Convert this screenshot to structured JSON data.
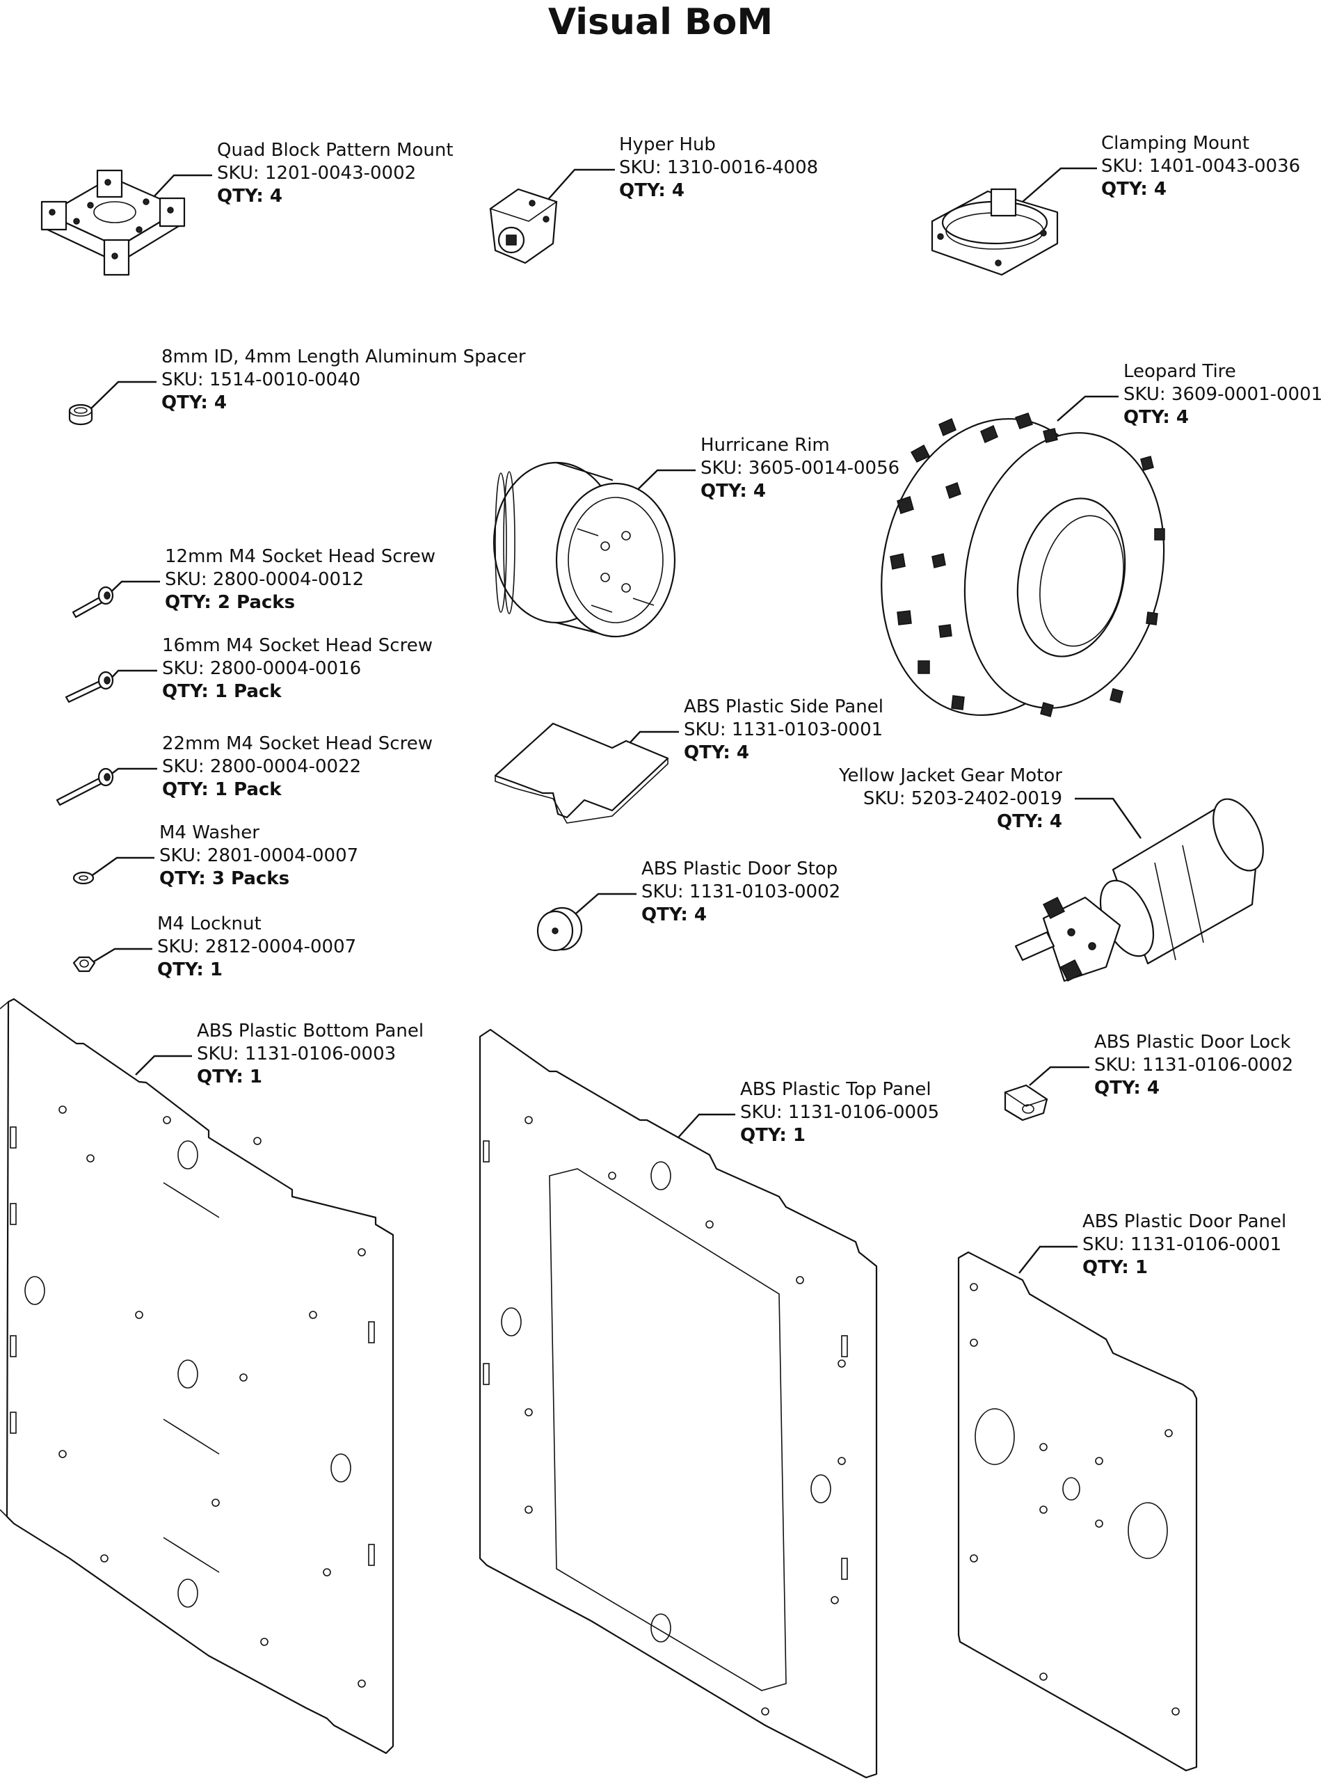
{
  "title": "Visual BoM",
  "parts": [
    {
      "key": "quad_block",
      "name": "Quad Block Pattern Mount",
      "sku": "SKU: 1201-0043-0002",
      "qty": "QTY: 4"
    },
    {
      "key": "hyper_hub",
      "name": "Hyper Hub",
      "sku": "SKU: 1310-0016-4008",
      "qty": "QTY: 4"
    },
    {
      "key": "clamping_mount",
      "name": "Clamping Mount",
      "sku": "SKU: 1401-0043-0036",
      "qty": "QTY: 4"
    },
    {
      "key": "spacer",
      "name": "8mm ID, 4mm Length Aluminum Spacer",
      "sku": "SKU: 1514-0010-0040",
      "qty": "QTY: 4"
    },
    {
      "key": "leopard_tire",
      "name": "Leopard Tire",
      "sku": "SKU: 3609-0001-0001",
      "qty": "QTY: 4"
    },
    {
      "key": "hurricane_rim",
      "name": "Hurricane Rim",
      "sku": "SKU: 3605-0014-0056",
      "qty": "QTY: 4"
    },
    {
      "key": "screw_12",
      "name": "12mm M4 Socket Head Screw",
      "sku": "SKU: 2800-0004-0012",
      "qty": "QTY: 2 Packs"
    },
    {
      "key": "screw_16",
      "name": "16mm M4 Socket Head Screw",
      "sku": "SKU: 2800-0004-0016",
      "qty": "QTY: 1 Pack"
    },
    {
      "key": "side_panel",
      "name": "ABS Plastic Side Panel",
      "sku": "SKU: 1131-0103-0001",
      "qty": "QTY: 4"
    },
    {
      "key": "screw_22",
      "name": "22mm M4 Socket Head Screw",
      "sku": "SKU: 2800-0004-0022",
      "qty": "QTY: 1 Pack"
    },
    {
      "key": "gear_motor",
      "name": "Yellow Jacket Gear Motor",
      "sku": "SKU: 5203-2402-0019",
      "qty": "QTY: 4"
    },
    {
      "key": "washer",
      "name": "M4 Washer",
      "sku": "SKU: 2801-0004-0007",
      "qty": "QTY: 3 Packs"
    },
    {
      "key": "door_stop",
      "name": "ABS Plastic Door Stop",
      "sku": "SKU: 1131-0103-0002",
      "qty": "QTY: 4"
    },
    {
      "key": "locknut",
      "name": "M4 Locknut",
      "sku": "SKU: 2812-0004-0007",
      "qty": "QTY: 1"
    },
    {
      "key": "bottom_panel",
      "name": "ABS Plastic Bottom Panel",
      "sku": "SKU: 1131-0106-0003",
      "qty": "QTY: 1"
    },
    {
      "key": "door_lock",
      "name": "ABS Plastic Door Lock",
      "sku": "SKU: 1131-0106-0002",
      "qty": "QTY: 4"
    },
    {
      "key": "top_panel",
      "name": "ABS Plastic Top Panel",
      "sku": "SKU: 1131-0106-0005",
      "qty": "QTY: 1"
    },
    {
      "key": "door_panel",
      "name": "ABS Plastic Door Panel",
      "sku": "SKU: 1131-0106-0001",
      "qty": "QTY: 1"
    }
  ]
}
